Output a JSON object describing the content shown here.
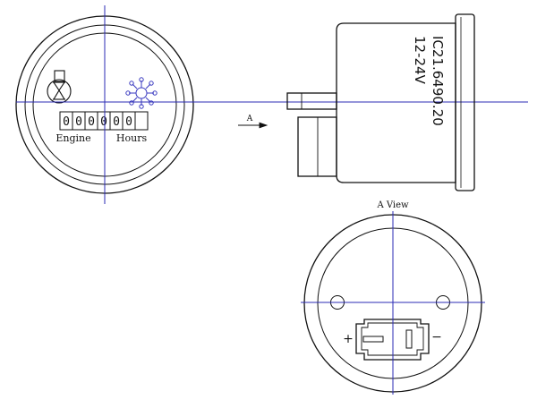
{
  "front_view": {
    "counter_digits": [
      "0",
      "0",
      "0",
      "0",
      "0",
      "0"
    ],
    "label_left": "Engine",
    "label_right": "Hours"
  },
  "side_view": {
    "part_number": "IC21.6490.20",
    "voltage": "12-24V",
    "view_arrow_label": "A"
  },
  "rear_view": {
    "title": "A View",
    "plus_label": "+",
    "minus_label": "−"
  },
  "colors": {
    "outline": "#111111",
    "centerline": "#2b2bb5"
  }
}
